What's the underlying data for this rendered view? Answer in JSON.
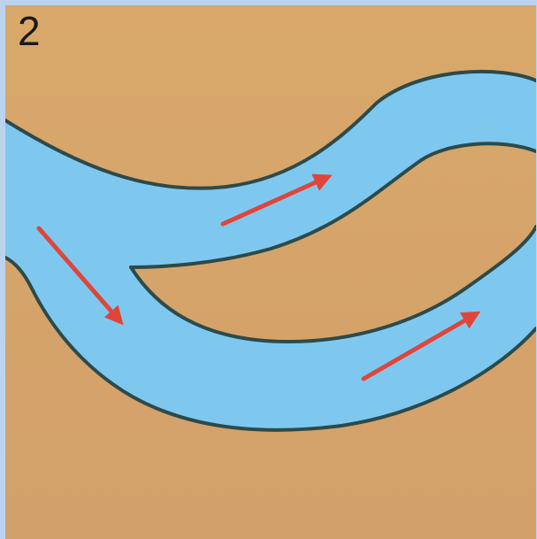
{
  "figure": {
    "step_number": "2"
  },
  "colors": {
    "page_background": "#bcd3ee",
    "land": "#d5a36a",
    "river": "#7ec8f0",
    "outline": "#2d4a4a",
    "arrow": "#e0453a"
  },
  "arrows": [
    {
      "direction": "down-right"
    },
    {
      "direction": "up-right"
    },
    {
      "direction": "up-right"
    }
  ]
}
